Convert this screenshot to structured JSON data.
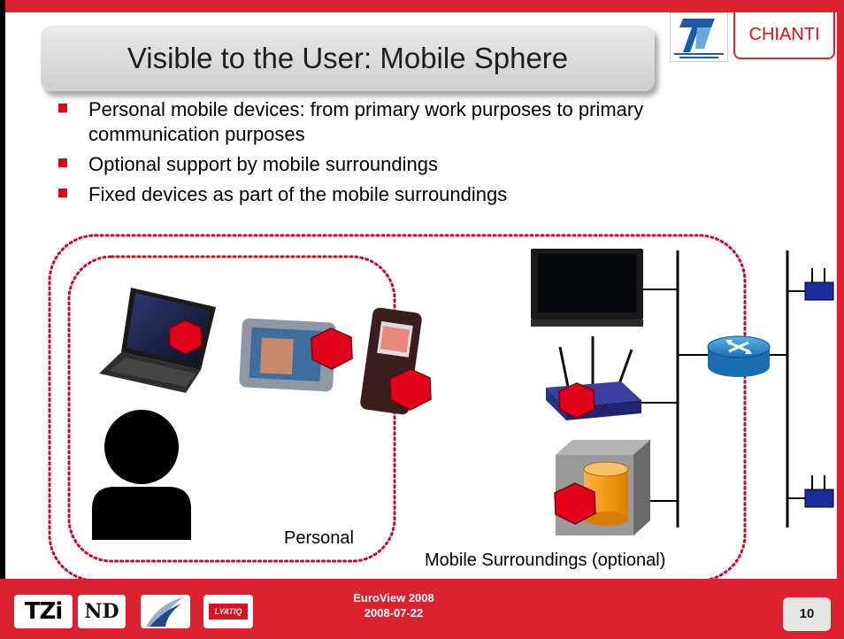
{
  "slide": {
    "title": "Visible to the User: Mobile Sphere",
    "project": "CHIANTI",
    "bullets": [
      "Personal mobile devices: from primary work purposes to primary communication purposes",
      "Optional support by mobile surroundings",
      "Fixed devices as part of the mobile surroundings"
    ],
    "diagram": {
      "personal_label": "Personal",
      "surroundings_label": "Mobile Surroundings (optional)"
    },
    "footer": {
      "event": "EuroView 2008",
      "date": "2008-07-22",
      "page": "10",
      "logos": {
        "tzi": "TZi",
        "nd": "ND",
        "lyatiq": "LYATIQ"
      }
    },
    "colors": {
      "accent": "#dc2230",
      "hexagon": "#e0001a",
      "router": "#2c8fd0",
      "cylinder": "#f39a12"
    }
  }
}
